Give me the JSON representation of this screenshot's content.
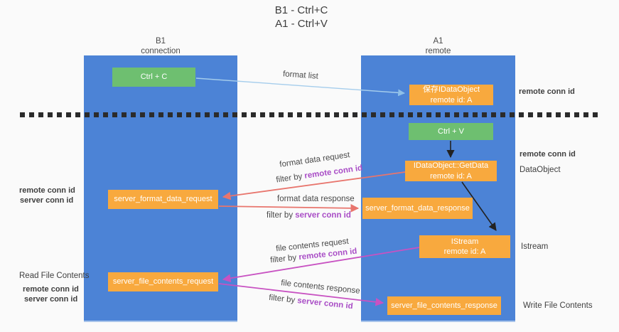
{
  "title": {
    "line1": "B1 - Ctrl+C",
    "line2": "A1 - Ctrl+V"
  },
  "columns": {
    "left": {
      "name": "B1",
      "role": "connection"
    },
    "right": {
      "name": "A1",
      "role": "remote"
    }
  },
  "nodes": {
    "ctrl_c": "Ctrl + C",
    "save_idataobject": {
      "line1": "保存IDataObject",
      "line2": "remote id: A"
    },
    "ctrl_v": "Ctrl + V",
    "getdata": {
      "line1": "IDataObject::GetData",
      "line2": "remote id: A"
    },
    "format_request": "server_format_data_request",
    "format_response": "server_format_data_response",
    "istream": {
      "line1": "IStream",
      "line2": "remote id: A"
    },
    "file_request": "server_file_contents_request",
    "file_response": "server_file_contents_response"
  },
  "flow_labels": {
    "format_list": "format list",
    "format_data_request": "format data request",
    "format_data_response": "format data response",
    "file_contents_request": "file contents request",
    "file_contents_response": "file contents response",
    "filter_by": "filter by ",
    "remote_conn_id": "remote conn id",
    "server_conn_id": "server conn id"
  },
  "side_labels": {
    "left": {
      "remote_conn_id_top": "remote conn id",
      "server_conn_id_top": "server conn id",
      "read_file_contents": "Read File Contents",
      "remote_conn_id_bottom": "remote conn id",
      "server_conn_id_bottom": "server conn id"
    },
    "right": {
      "remote_conn_id_top": "remote conn id",
      "remote_conn_id_mid": "remote conn id",
      "dataobject": "DataObject",
      "istream": "Istream",
      "write_file_contents": "Write File Contents"
    }
  },
  "colors": {
    "column_blue": "#4c83d6",
    "node_orange": "#f8a93e",
    "node_green": "#6ebf70",
    "label_purple": "#a94dc6",
    "label_green": "#56b25c",
    "arrow_blue": "#a5cdec",
    "arrow_salmon": "#e8756d",
    "arrow_magenta": "#c852c2",
    "arrow_black": "#2b2b2b"
  }
}
